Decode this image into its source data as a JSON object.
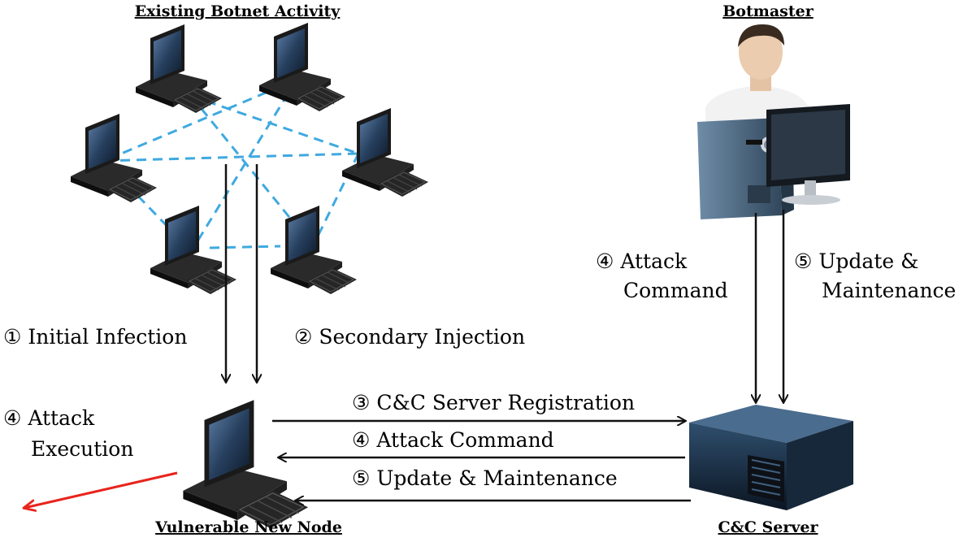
{
  "headings": {
    "botnet": "Existing Botnet Activity",
    "botmaster": "Botmaster",
    "new_node": "Vulnerable New Node",
    "server": "C&C Server"
  },
  "steps": {
    "initial_infection": "① Initial Infection",
    "secondary_injection": "② Secondary Injection",
    "registration": "③ C&C Server Registration",
    "attack_command": "④ Attack Command",
    "update_maintenance": "⑤ Update & Maintenance",
    "bm_attack_line1": "④ Attack",
    "bm_attack_line2": "Command",
    "bm_update_line1": "⑤ Update &",
    "bm_update_line2": "Maintenance",
    "exec_line1": "④ Attack",
    "exec_line2": "Execution"
  },
  "colors": {
    "mesh_link": "#3fa9e0",
    "attack_arrow": "#e8241c",
    "flow_arrow": "#111111"
  },
  "icons": [
    "desktop-computer-icon",
    "botmaster-person-icon",
    "server-rack-icon"
  ]
}
